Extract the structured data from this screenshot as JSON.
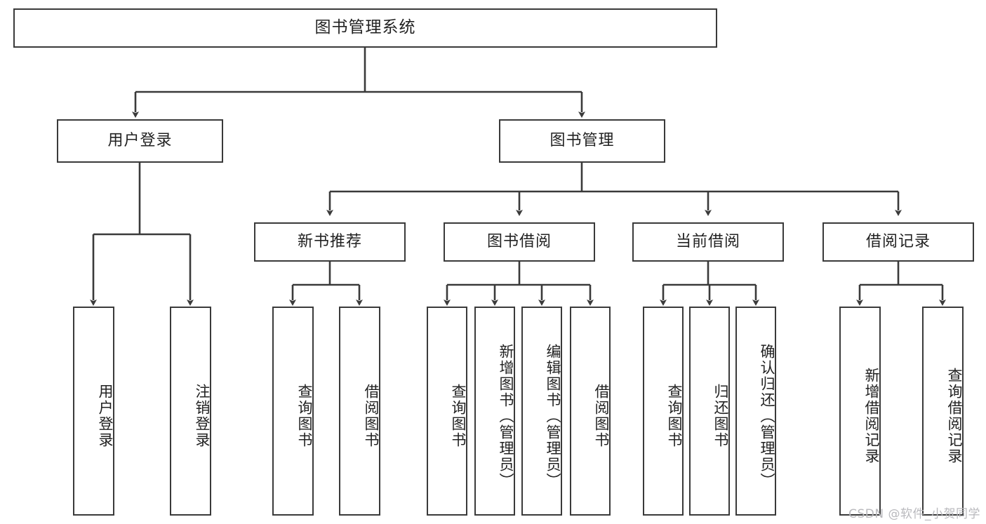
{
  "diagram": {
    "title": "图书管理系统",
    "watermark": "CSDN @软件_小贺同学"
  },
  "nodes": {
    "root": {
      "label": "图书管理系统"
    },
    "level1": [
      {
        "label": "用户登录"
      },
      {
        "label": "图书管理"
      }
    ],
    "level2": [
      {
        "label": "新书推荐"
      },
      {
        "label": "图书借阅"
      },
      {
        "label": "当前借阅"
      },
      {
        "label": "借阅记录"
      }
    ],
    "leaves_user_login": [
      {
        "label": "用户登录"
      },
      {
        "label": "注销登录"
      }
    ],
    "leaves_new_book": [
      {
        "label": "查询图书"
      },
      {
        "label": "借阅图书"
      }
    ],
    "leaves_borrow": [
      {
        "label": "查询图书"
      },
      {
        "label": "新增图书（管理员）"
      },
      {
        "label": "编辑图书（管理员）"
      },
      {
        "label": "借阅图书"
      }
    ],
    "leaves_current": [
      {
        "label": "查询图书"
      },
      {
        "label": "归还图书"
      },
      {
        "label": "确认归还（管理员）"
      }
    ],
    "leaves_records": [
      {
        "label": "新增借阅记录"
      },
      {
        "label": "查询借阅记录"
      }
    ]
  },
  "colors": {
    "stroke": "#3a3a3a",
    "fill": "#ffffff",
    "text": "#222222",
    "watermark": "#b9b9bd"
  }
}
